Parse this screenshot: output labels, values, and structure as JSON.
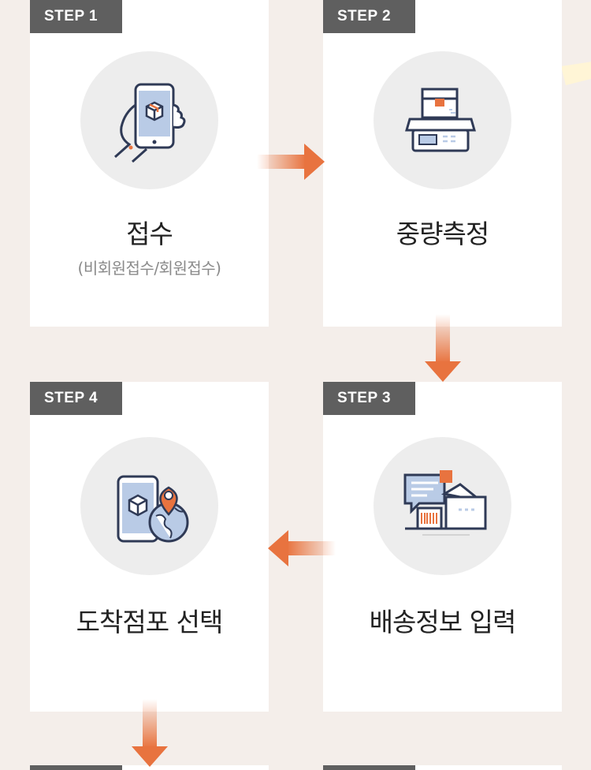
{
  "steps": [
    {
      "badge": "STEP 1",
      "title": "접수",
      "subtitle": "(비회원접수/회원접수)",
      "icon": "phone-package-icon"
    },
    {
      "badge": "STEP 2",
      "title": "중량측정",
      "subtitle": "",
      "icon": "scale-icon"
    },
    {
      "badge": "STEP 3",
      "title": "배송정보 입력",
      "subtitle": "",
      "icon": "shipping-info-icon"
    },
    {
      "badge": "STEP 4",
      "title": "도착점포 선택",
      "subtitle": "",
      "icon": "location-store-icon"
    }
  ],
  "colors": {
    "background": "#f4eeea",
    "badge": "#5f5f5f",
    "arrow": "#e8733f",
    "circle": "#ededed",
    "icon_stroke": "#2f3a56",
    "icon_accent": "#e8733f",
    "icon_blue": "#b9cbe6"
  }
}
